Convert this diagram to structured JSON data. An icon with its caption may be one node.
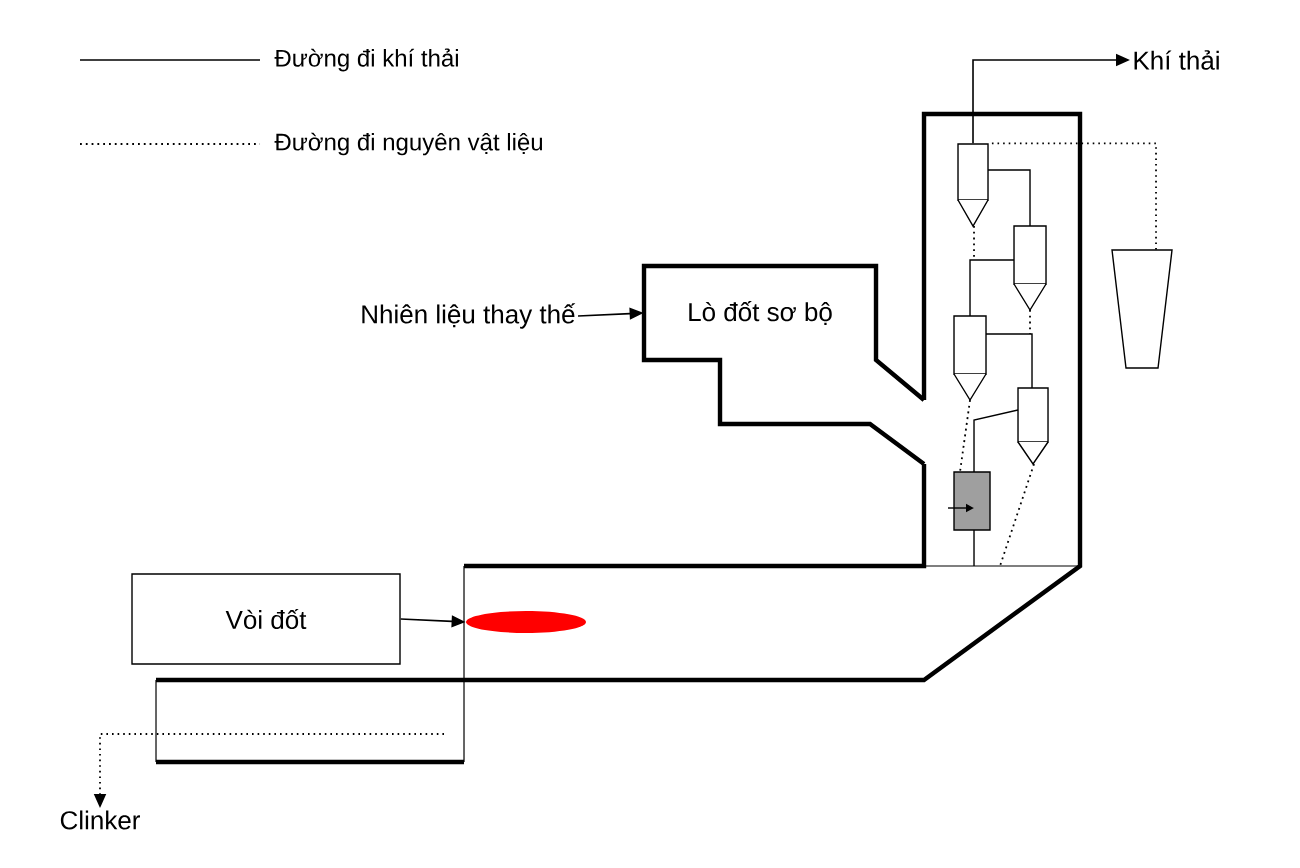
{
  "diagram": {
    "nodes": [
      {
        "text": [
          "Nhiên liệu thay thế"
        ]
      },
      {
        "text": [
          "Lò đốt sơ bộ"
        ]
      },
      {
        "text": [
          "Vòi đốt"
        ]
      },
      {
        "text": [],
        "shape": "flame"
      },
      {
        "text": [
          "Khí thải"
        ]
      },
      {
        "text": [
          "Clinker"
        ]
      },
      {
        "text": [],
        "shape": "cyclone"
      },
      {
        "text": [],
        "shape": "hopper"
      }
    ],
    "edges": [
      {
        "from": 0,
        "to": 1,
        "arrow": "to"
      },
      {
        "from": 2,
        "to": 3,
        "arrow": "to"
      },
      {
        "from": 6,
        "to": 4,
        "arrow": "to"
      },
      {
        "from": 7,
        "to": 6,
        "arrow": "none",
        "style": "dashed"
      },
      {
        "from": null,
        "to": 5,
        "arrow": "to",
        "style": "dashed"
      }
    ],
    "legend": [
      {
        "text": "Đường đi khí thải"
      },
      {
        "text": "Đường đi nguyên vật liệu"
      }
    ]
  }
}
